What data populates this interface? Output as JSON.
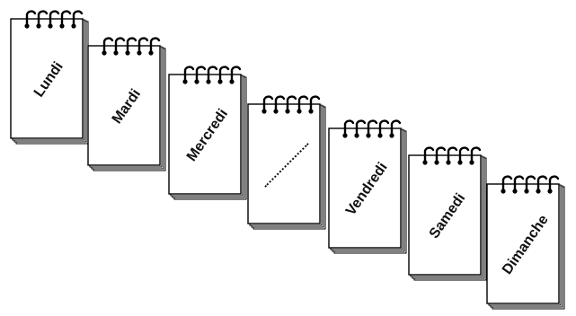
{
  "days": [
    {
      "label": "Lundi"
    },
    {
      "label": "Mardi"
    },
    {
      "label": "Mercredi"
    },
    {
      "label": "",
      "placeholder": "dotted-line"
    },
    {
      "label": "Vendredi"
    },
    {
      "label": "Samedi"
    },
    {
      "label": "Dimanche"
    }
  ],
  "icons": {
    "binding": "spiral-binding-icon"
  }
}
